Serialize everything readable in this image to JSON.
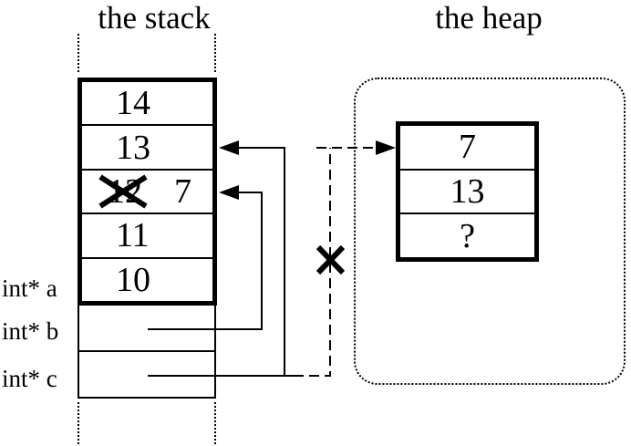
{
  "colors": {
    "ink": "#000000",
    "background": "#ffffff"
  },
  "stack_panel": {
    "title": "the stack",
    "frame_cells": [
      {
        "value": "14"
      },
      {
        "value": "13"
      },
      {
        "value": "12",
        "crossed_out": true,
        "replacement": "7"
      },
      {
        "value": "11"
      },
      {
        "value": "10"
      }
    ],
    "pointer_labels": [
      {
        "label": "int* a"
      },
      {
        "label": "int* b"
      },
      {
        "label": "int* c"
      }
    ]
  },
  "heap_panel": {
    "title": "the heap",
    "block_cells": [
      {
        "value": "7"
      },
      {
        "value": "13"
      },
      {
        "value": "?"
      }
    ]
  }
}
